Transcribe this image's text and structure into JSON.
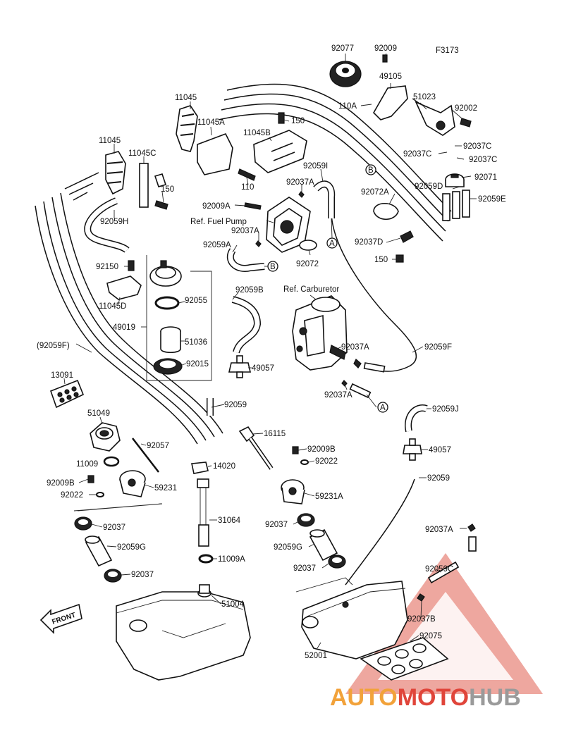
{
  "figure_code": "F3173",
  "front_label": "FRONT",
  "watermark": {
    "part1": "AUTO",
    "part2": "MOTO",
    "part3": "HUB"
  },
  "colors": {
    "watermark_orange": "#f2a23a",
    "watermark_red": "#e0453a",
    "watermark_gray": "#9a9a9a"
  },
  "labels": {
    "p92077": "92077",
    "p92009": "92009",
    "p49105": "49105",
    "p110A": "110A",
    "p51023": "51023",
    "p92002": "92002",
    "p92037C_1": "92037C",
    "p92037C_2": "92037C",
    "p92037C_3": "92037C",
    "p92071": "92071",
    "pB_right": "B",
    "p11045_top": "11045",
    "p11045A": "11045A",
    "p150_top": "150",
    "p11045B": "11045B",
    "p11045_left": "11045",
    "p11045C": "11045C",
    "p92059I": "92059I",
    "p92037A_1": "92037A",
    "p150_left": "150",
    "p110": "110",
    "p92072A": "92072A",
    "p92059D": "92059D",
    "p92059E": "92059E",
    "p92009A": "92009A",
    "ref_fuel_pump": "Ref. Fuel Pump",
    "p92059H": "92059H",
    "p92037A_2": "92037A",
    "p92059A": "92059A",
    "pA_1": "A",
    "p92037D": "92037D",
    "p150_right": "150",
    "p92072": "92072",
    "p92150": "92150",
    "pB_left": "B",
    "p92059B": "92059B",
    "p11045D": "11045D",
    "p92055": "92055",
    "ref_carburetor": "Ref. Carburetor",
    "p49019": "49019",
    "p51036": "51036",
    "p92059F_left": "(92059F)",
    "p92037A_3": "92037A",
    "p92059F_right": "92059F",
    "p92015": "92015",
    "p49057_1": "49057",
    "p13091": "13091",
    "p92037A_4": "92037A",
    "pA_2": "A",
    "p92059_1": "92059",
    "p92059J": "92059J",
    "p51049": "51049",
    "p92057": "92057",
    "p16115": "16115",
    "p49057_2": "49057",
    "p92009B_1": "92009B",
    "p11009": "11009",
    "p92022_1": "92022",
    "p14020": "14020",
    "p92059_2": "92059",
    "p92009B_2": "92009B",
    "p59231": "59231",
    "p92022_2": "92022",
    "p59231A": "59231A",
    "p31064": "31064",
    "p92037_1": "92037",
    "p92037_2": "92037",
    "p92037A_5": "92037A",
    "p92059G_1": "92059G",
    "p92059G_2": "92059G",
    "p11009A": "11009A",
    "p92037_3": "92037",
    "p92037_4": "92037",
    "p92059C": "92059C",
    "p51004": "51004",
    "p92037B": "92037B",
    "p92075": "92075",
    "p52001": "52001"
  }
}
